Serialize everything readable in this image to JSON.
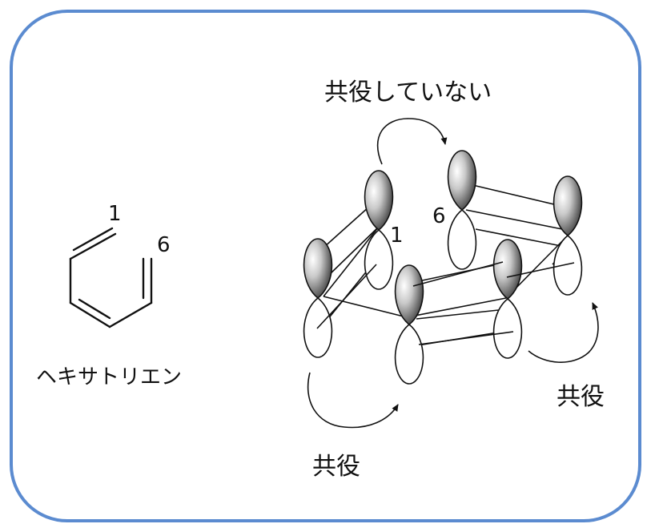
{
  "frame": {
    "border_color": "#5b8bd0"
  },
  "molecule": {
    "name": "ヘキサトリエン",
    "atom_label_1": "1",
    "atom_label_6": "6"
  },
  "orbitals": {
    "atom_label_1": "1",
    "atom_label_6": "6",
    "lobe_fill": "shaded-gray-gradient",
    "caption_top": "共役していない",
    "caption_right": "共役",
    "caption_bottom": "共役"
  }
}
